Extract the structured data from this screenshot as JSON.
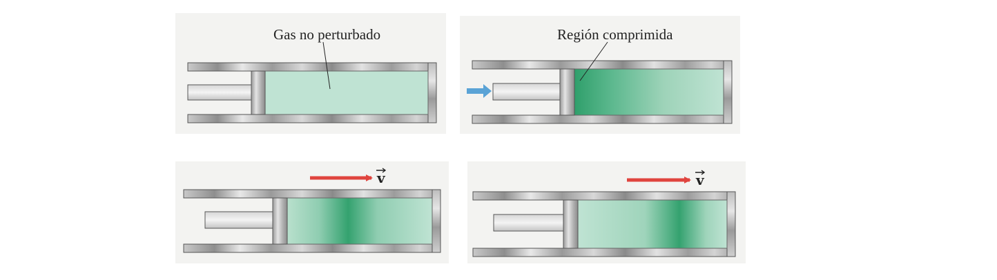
{
  "panels": [
    {
      "id": "a",
      "label": "Gas no perturbado"
    },
    {
      "id": "b",
      "label": "Región comprimida"
    },
    {
      "id": "c",
      "vector_label": "v"
    },
    {
      "id": "d",
      "vector_label": "v"
    }
  ],
  "colors": {
    "gas": "#bfe3d3",
    "gas_dense": "#2fa06c",
    "tube_metal": "#a9a9a9",
    "push_arrow": "#5aa3d6",
    "wave_arrow": "#e0443e",
    "background": "#f3f3f1"
  }
}
